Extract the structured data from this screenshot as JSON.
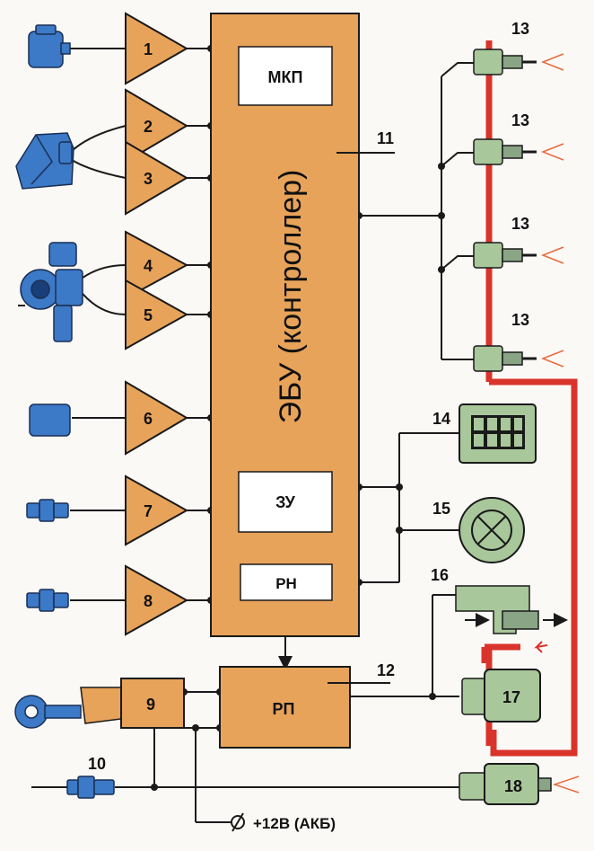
{
  "ecu": {
    "title": "ЭБУ (контроллер)",
    "mkp": "МКП",
    "zu": "ЗУ",
    "rn": "РН"
  },
  "relay": {
    "label": "РП"
  },
  "sensors": [
    "1",
    "2",
    "3",
    "4",
    "5",
    "6",
    "7",
    "8"
  ],
  "ignition": {
    "label": "9"
  },
  "sensor10": {
    "label": "10"
  },
  "callouts": {
    "ecu": "11",
    "relay": "12"
  },
  "injectors": {
    "labels": [
      "13",
      "13",
      "13",
      "13"
    ]
  },
  "diag_lamp": {
    "label": "14"
  },
  "check_lamp": {
    "label": "15"
  },
  "idle_valve": {
    "label": "16"
  },
  "fuel_pump": {
    "label": "17"
  },
  "cold_start": {
    "label": "18"
  },
  "power": {
    "label": "+12В (АКБ)"
  },
  "colors": {
    "orange": "#e8a35a",
    "blue": "#3c79c6",
    "green": "#a8c79a",
    "red": "#d9342b",
    "ink": "#1a1a1a"
  }
}
